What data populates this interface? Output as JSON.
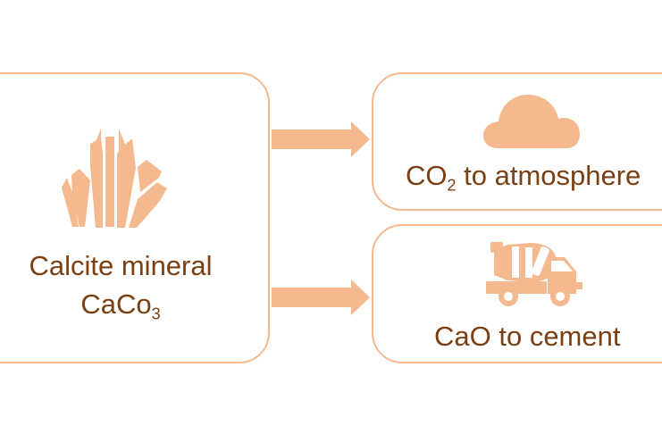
{
  "diagram": {
    "source": {
      "name_line": "Calcite mineral",
      "formula_main": "CaCo",
      "formula_sub": "3",
      "icon": "crystal-icon"
    },
    "outputs": [
      {
        "prefix": "CO",
        "sub": "2",
        "suffix": " to atmosphere",
        "icon": "cloud-icon"
      },
      {
        "label": "CaO to cement",
        "icon": "cement-truck-icon"
      }
    ]
  },
  "colors": {
    "accent": "#f4b98f",
    "text": "#7a3f12",
    "background": "#ffffff"
  }
}
